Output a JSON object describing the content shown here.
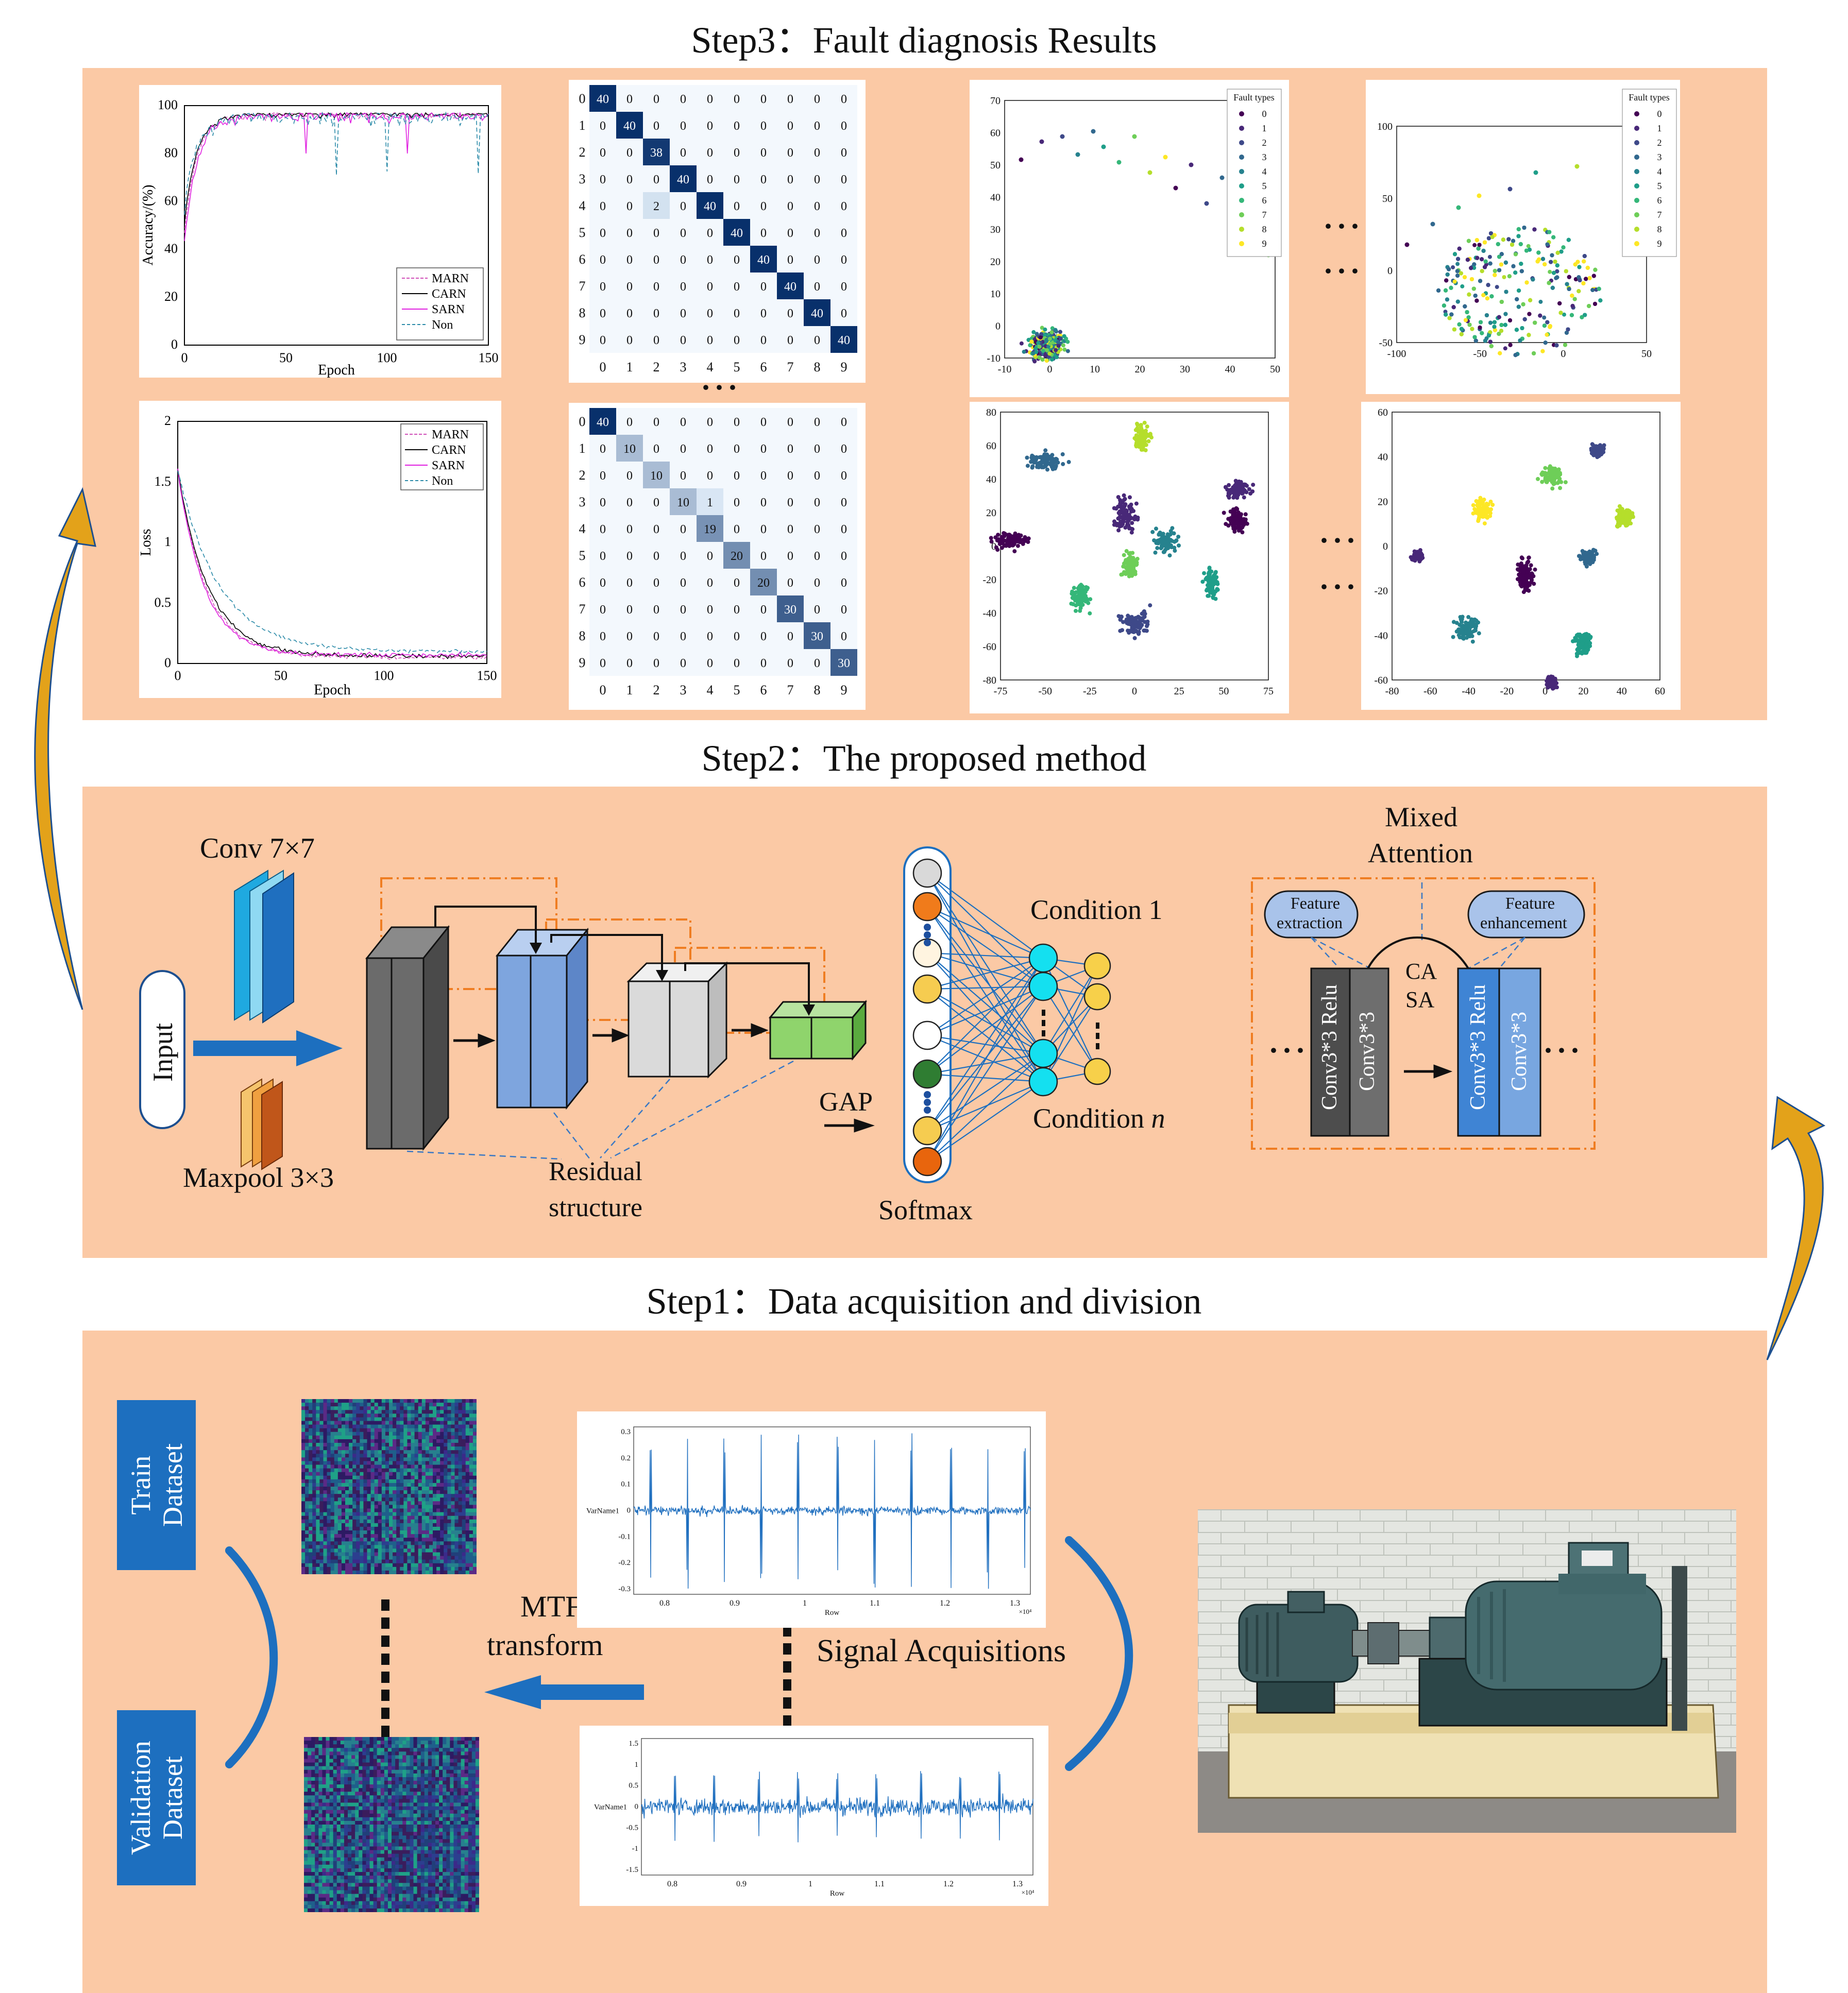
{
  "steps": {
    "step3": "Step3：Fault diagnosis Results",
    "step2": "Step2：The proposed method",
    "step1": "Step1：Data acquisition and division"
  },
  "accuracy_chart": {
    "ylabel": "Accuracy/(%)",
    "xlabel": "Epoch",
    "xticks": [
      "0",
      "50",
      "100",
      "150"
    ],
    "yticks": [
      "0",
      "20",
      "40",
      "60",
      "80",
      "100"
    ],
    "legend": [
      "MARN",
      "CARN",
      "SARN",
      "Non"
    ]
  },
  "loss_chart": {
    "ylabel": "Loss",
    "xlabel": "Epoch",
    "xticks": [
      "0",
      "50",
      "100",
      "150"
    ],
    "yticks": [
      "0",
      "0.5",
      "1",
      "1.5",
      "2"
    ],
    "legend": [
      "MARN",
      "CARN",
      "SARN",
      "Non"
    ]
  },
  "confusion_matrices": {
    "top_diag": [
      "40",
      "40",
      "38",
      "40",
      "40",
      "40",
      "40",
      "40",
      "40",
      "40"
    ],
    "top_offdiag": {
      "row": 4,
      "col": 2,
      "value": "2"
    },
    "bottom_diag": [
      "40",
      "10",
      "10",
      "10",
      "19",
      "20",
      "20",
      "30",
      "30",
      "30"
    ],
    "bottom_offdiag": {
      "row": 3,
      "col": 4,
      "value": "1"
    },
    "ticks": [
      "0",
      "1",
      "2",
      "3",
      "4",
      "5",
      "6",
      "7",
      "8",
      "9"
    ]
  },
  "tsne": {
    "legend_title": "Fault types",
    "legend_items": [
      "0",
      "1",
      "2",
      "3",
      "4",
      "5",
      "6",
      "7",
      "8",
      "9"
    ],
    "plot1_xticks": [
      "-10",
      "0",
      "10",
      "20",
      "30",
      "40",
      "50"
    ],
    "plot1_yticks": [
      "-10",
      "0",
      "10",
      "20",
      "30",
      "40",
      "50",
      "60",
      "70"
    ],
    "plot2_xticks": [
      "-100",
      "-50",
      "0",
      "50"
    ],
    "plot2_yticks": [
      "-50",
      "0",
      "50",
      "100"
    ],
    "plot3_xticks": [
      "-75",
      "-50",
      "-25",
      "0",
      "25",
      "50",
      "75"
    ],
    "plot3_yticks": [
      "-80",
      "-60",
      "-40",
      "-20",
      "0",
      "20",
      "40",
      "60",
      "80"
    ],
    "plot4_xticks": [
      "-80",
      "-60",
      "-40",
      "-20",
      "0",
      "20",
      "40",
      "60"
    ],
    "plot4_yticks": [
      "-60",
      "-40",
      "-20",
      "0",
      "20",
      "40",
      "60"
    ]
  },
  "method": {
    "conv_label": "Conv 7×7",
    "input_label": "Input",
    "maxpool_label": "Maxpool 3×3",
    "residual_label_1": "Residual",
    "residual_label_2": "structure",
    "gap_label": "GAP",
    "softmax_label": "Softmax",
    "condition1": "Condition 1",
    "condition_n_prefix": "Condition ",
    "condition_n_var": "n",
    "mixed_attention_1": "Mixed",
    "mixed_attention_2": "Attention",
    "feature_extraction_1": "Feature",
    "feature_extraction_2": "extraction",
    "feature_enhancement_1": "Feature",
    "feature_enhancement_2": "enhancement",
    "ca": "CA",
    "sa": "SA",
    "block1_a": "Conv3*3 Relu",
    "block1_b": "Conv3*3",
    "block2_a": "Conv3*3 Relu",
    "block2_b": "Conv3*3",
    "ellipsis": "···"
  },
  "acquisition": {
    "train_1": "Train",
    "train_2": "Dataset",
    "val_1": "Validation",
    "val_2": "Dataset",
    "mtf_1": "MTF",
    "mtf_2": "transform",
    "signal_label": "Signal Acquisitions",
    "signal1_ylabel": "VarName1",
    "signal1_xlabel": "Row",
    "signal1_xticks": [
      "0.8",
      "0.9",
      "1",
      "1.1",
      "1.2",
      "1.3"
    ],
    "signal1_yticks": [
      "0.3",
      "0.2",
      "0.1",
      "0",
      "-0.1",
      "-0.2",
      "-0.3"
    ],
    "signal2_ylabel": "VarName1",
    "signal2_xlabel": "Row",
    "signal2_xticks": [
      "0.8",
      "0.9",
      "1",
      "1.1",
      "1.2",
      "1.3"
    ],
    "signal2_yticks": [
      "1.5",
      "1",
      "0.5",
      "0",
      "-0.5",
      "-1",
      "-1.5"
    ],
    "multiplier": "×10⁴"
  },
  "colors": {
    "panel": "#fbc9a5",
    "blue_arrow": "#1d6fbf",
    "gold_arrow": "#e3a21a",
    "dark_navy": "#08306b"
  }
}
